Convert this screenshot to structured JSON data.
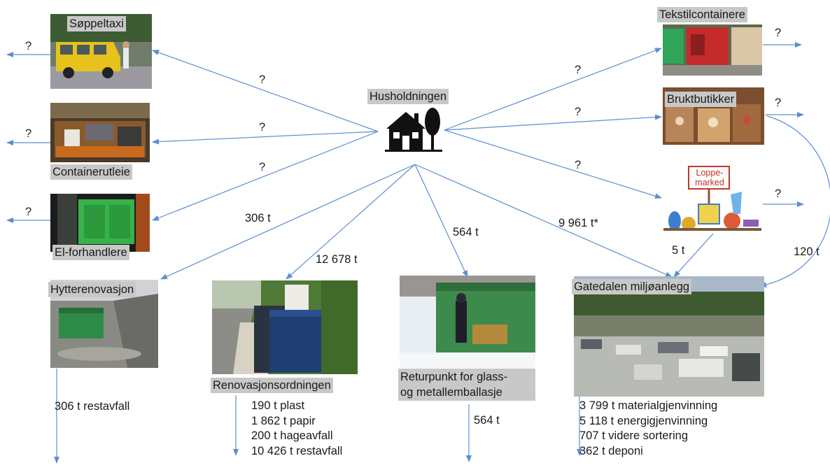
{
  "center": {
    "label": "Husholdningen"
  },
  "left_nodes": [
    {
      "label": "Søppeltaxi",
      "edge_label": "?",
      "out_label": "?"
    },
    {
      "label": "Containerutleie",
      "edge_label": "?",
      "out_label": "?"
    },
    {
      "label": "El-forhandlere",
      "edge_label": "?",
      "out_label": "?"
    }
  ],
  "right_nodes": [
    {
      "label": "Tekstilcontainere",
      "edge_label": "?",
      "out_label": "?"
    },
    {
      "label": "Bruktbutikker",
      "edge_label": "?",
      "out_label": "?"
    },
    {
      "label": "Loppe-marked",
      "edge_label": "?",
      "out_label": "?"
    }
  ],
  "bottom_nodes": {
    "hytte": {
      "label": "Hytterenovasjon",
      "edge_label": "306 t",
      "output": "306 t restavfall"
    },
    "renovasjon": {
      "label": "Renovasjonsordningen",
      "edge_label": "12 678 t",
      "outputs": [
        "190 t plast",
        "1 862 t papir",
        "200 t hageavfall",
        "10 426 t restavfall"
      ]
    },
    "returpunkt": {
      "label_line1": "Returpunkt for glass-",
      "label_line2": "og metallemballasje",
      "edge_label": "564 t",
      "output": "564 t"
    },
    "gatedalen": {
      "label": "Gatedalen miljøanlegg",
      "edge_label": "9 961 t*",
      "from_loppe": "5 t",
      "from_brukt": "120 t",
      "outputs": [
        "3 799 t materialgjenvinning",
        "5 118 t energigjenvinning",
        "707 t videre sortering",
        "362 t deponi"
      ]
    }
  },
  "colors": {
    "arrow": "#5b8fd0",
    "label_bg": "#c8c8c8"
  },
  "icons": {
    "center": "house-with-tree-icon"
  }
}
